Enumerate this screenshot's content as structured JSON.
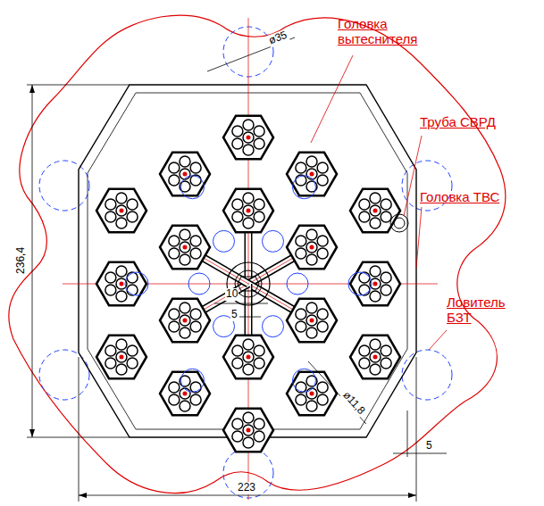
{
  "diagram": {
    "labels": [
      "Головка вытеснителя",
      "ø35",
      "Труба СВРД",
      "236,4",
      "Головка ТВС",
      "10",
      "Ловитель БЗТ",
      "5",
      "ø11,8",
      "5",
      "223"
    ]
  }
}
